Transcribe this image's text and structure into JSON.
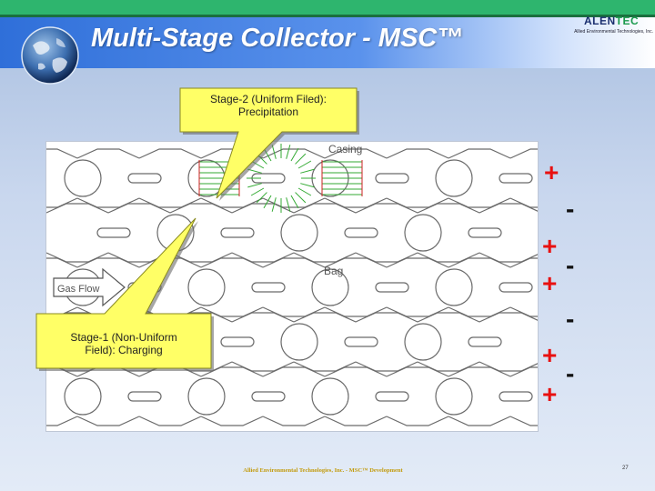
{
  "slide": {
    "title": "Multi-Stage Collector - MSC™",
    "logo": {
      "name_part1": "ALEN",
      "name_part2": "TEC",
      "tagline": "Allied Environmental Technologies, Inc."
    },
    "footer": "Allied Environmental Technologies, Inc. - MSC™ Development",
    "page_number": "27"
  },
  "diagram": {
    "labels": {
      "casing": "Casing",
      "bag": "Bag",
      "gas_flow": "Gas Flow"
    },
    "callouts": {
      "stage2": {
        "line1": "Stage-2 (Uniform Filed):",
        "line2": "Precipitation"
      },
      "stage1": {
        "line1": "Stage-1 (Non-Uniform",
        "line2": "Field): Charging"
      }
    },
    "polarity_signs": [
      "+",
      "-",
      "+",
      "-",
      "+",
      "-",
      "+",
      "-",
      "+"
    ]
  },
  "colors": {
    "plus": "#e81010",
    "minus": "#111111",
    "callout_fill": "#ffff66",
    "field_lines": "#cc2222",
    "field_uniform": "#33aa33"
  }
}
